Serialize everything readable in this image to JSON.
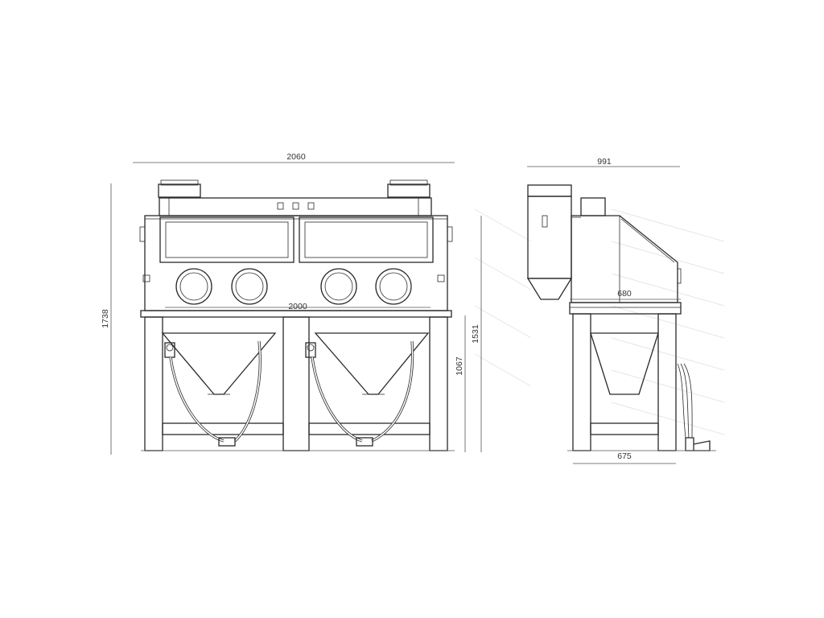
{
  "drawing": {
    "front_view": {
      "overall_width": "2060",
      "cabinet_width": "2000",
      "overall_height": "1738",
      "cabinet_top_height": "1531",
      "stand_height": "1067"
    },
    "side_view": {
      "overall_depth": "991",
      "cabinet_depth": "680",
      "stand_depth": "675"
    }
  }
}
